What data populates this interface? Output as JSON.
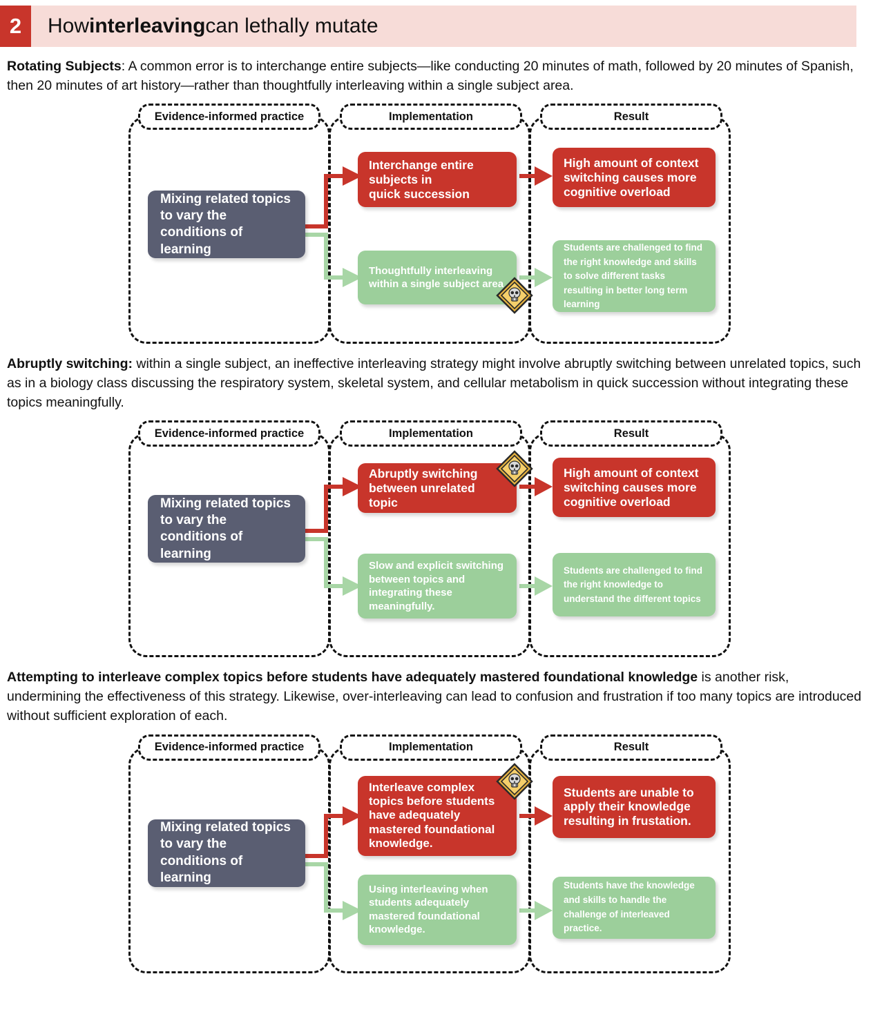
{
  "header": {
    "number": "2",
    "title_prefix": "How ",
    "title_bold": "interleaving",
    "title_suffix": " can lethally mutate",
    "accent_color": "#c8352b",
    "banner_bg": "#f7dcd8"
  },
  "colors": {
    "red": "#c8352b",
    "green": "#9ccf9b",
    "slate": "#5a5e72",
    "warning_yellow": "#f5cf6b",
    "dash_black": "#111111"
  },
  "paragraphs": [
    {
      "lead": "Rotating Subjects",
      "rest": ": A common error is to interchange entire subjects—like conducting 20 minutes of math, followed by 20 minutes of Spanish, then 20 minutes of art history—rather than thoughtfully interleaving within a single subject area."
    },
    {
      "lead": "Abruptly switching:",
      "rest": " within a single subject, an ineffective interleaving strategy might involve abruptly switching between unrelated topics, such as in a biology class discussing the respiratory system, skeletal system, and cellular metabolism in quick succession without integrating these topics meaningfully."
    },
    {
      "lead": "Attempting to interleave complex topics before students have adequately mastered foundational knowledge",
      "rest": " is another risk, undermining the effectiveness of this strategy. Likewise, over-interleaving can lead to confusion and frustration if too many topics are introduced without sufficient exploration of each."
    }
  ],
  "column_headers": {
    "practice": "Evidence-informed practice",
    "implementation": "Implementation",
    "result": "Result"
  },
  "diagrams": [
    {
      "practice": "Mixing related topics to vary the conditions of learning",
      "bad_implementation": "Interchange entire subjects in\nquick succession",
      "bad_result": "High amount of context switching causes more cognitive overload",
      "good_implementation": "Thoughtfully interleaving within a single subject area",
      "good_result": "Students are challenged to find the right knowledge and skills to solve different tasks resulting in better long term learning",
      "warning_icon": "skull-warning-icon"
    },
    {
      "practice": "Mixing related topics to vary the conditions of learning",
      "bad_implementation": "Abruptly switching between unrelated topic",
      "bad_result": "High amount of context switching causes more cognitive overload",
      "good_implementation": "Slow and explicit switching between topics and integrating these meaningfully.",
      "good_result": "Students are challenged to find the right knowledge to understand the different topics",
      "warning_icon": "skull-warning-icon"
    },
    {
      "practice": "Mixing related topics to vary the conditions of learning",
      "bad_implementation": "Interleave complex topics before students have adequately mastered foundational knowledge.",
      "bad_result": "Students are unable to apply their knowledge resulting in frustation.",
      "good_implementation": "Using interleaving when students adequately mastered foundational knowledge.",
      "good_result": "Students have the knowledge and skills to handle the challenge of interleaved practice.",
      "warning_icon": "skull-warning-icon"
    }
  ]
}
